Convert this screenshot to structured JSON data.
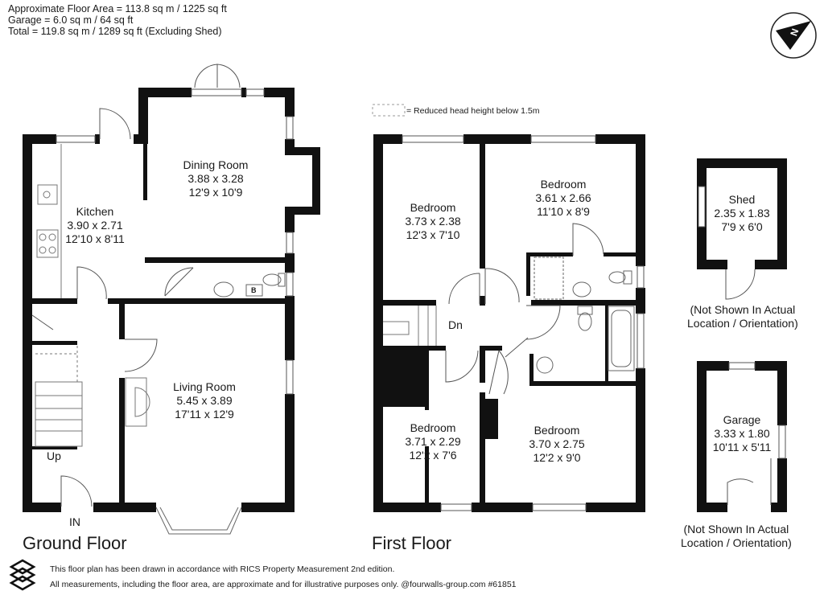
{
  "header": {
    "line1": "Approximate Floor Area = 113.8 sq m / 1225 sq ft",
    "line2": "Garage = 6.0 sq m / 64 sq ft",
    "line3": "Total = 119.8 sq m / 1289 sq ft (Excluding Shed)"
  },
  "legend": "= Reduced head height below 1.5m",
  "ground_floor": {
    "title": "Ground Floor",
    "kitchen": {
      "name": "Kitchen",
      "metric": "3.90 x 2.71",
      "imperial": "12'10 x 8'11"
    },
    "dining": {
      "name": "Dining Room",
      "metric": "3.88 x 3.28",
      "imperial": "12'9 x 10'9"
    },
    "living": {
      "name": "Living Room",
      "metric": "5.45 x 3.89",
      "imperial": "17'11 x 12'9"
    },
    "up": "Up",
    "in": "IN",
    "boiler": "B"
  },
  "first_floor": {
    "title": "First Floor",
    "bed1": {
      "name": "Bedroom",
      "metric": "3.73 x 2.38",
      "imperial": "12'3 x 7'10"
    },
    "bed2": {
      "name": "Bedroom",
      "metric": "3.61 x 2.66",
      "imperial": "11'10 x 8'9"
    },
    "bed3": {
      "name": "Bedroom",
      "metric": "3.71 x 2.29",
      "imperial": "12'2 x 7'6"
    },
    "bed4": {
      "name": "Bedroom",
      "metric": "3.70 x 2.75",
      "imperial": "12'2 x 9'0"
    },
    "dn": "Dn"
  },
  "shed": {
    "name": "Shed",
    "metric": "2.35 x 1.83",
    "imperial": "7'9 x 6'0",
    "note1": "(Not Shown In Actual",
    "note2": "Location / Orientation)"
  },
  "garage": {
    "name": "Garage",
    "metric": "3.33 x 1.80",
    "imperial": "10'11 x 5'11",
    "note1": "(Not Shown In Actual",
    "note2": "Location / Orientation)"
  },
  "footer": {
    "line1": "This floor plan has been drawn in accordance with RICS Property Measurement 2nd edition.",
    "line2": "All measurements, including the floor area, are approximate and for illustrative purposes only. @fourwalls-group.com #61851"
  },
  "icons": [
    "compass-icon",
    "fourwalls-logo-icon"
  ]
}
